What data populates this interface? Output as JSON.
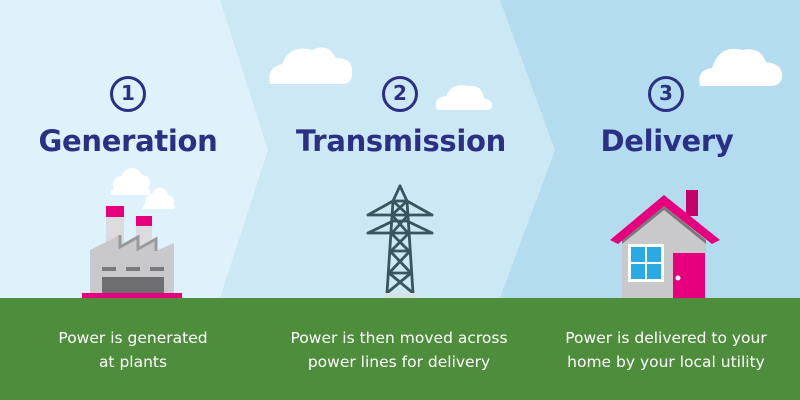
{
  "colors": {
    "panel_1": "#dff1fa",
    "panel_2": "#cbe8f4",
    "panel_3": "#b3dcef",
    "title_text": "#2b2f86",
    "ground": "#4e8d3c",
    "accent_magenta": "#e6007e",
    "building_gray": "#c9c9cb",
    "tower": "#3a5560",
    "window_blue": "#29a9e6"
  },
  "steps": [
    {
      "number": "1",
      "title": "Generation",
      "icon": "factory-icon",
      "description_line1": "Power is generated",
      "description_line2": "at plants"
    },
    {
      "number": "2",
      "title": "Transmission",
      "icon": "transmission-tower-icon",
      "description_line1": "Power is then moved across",
      "description_line2": "power lines for delivery"
    },
    {
      "number": "3",
      "title": "Delivery",
      "icon": "house-icon",
      "description_line1": "Power is delivered to your",
      "description_line2": "home by your local utility"
    }
  ]
}
